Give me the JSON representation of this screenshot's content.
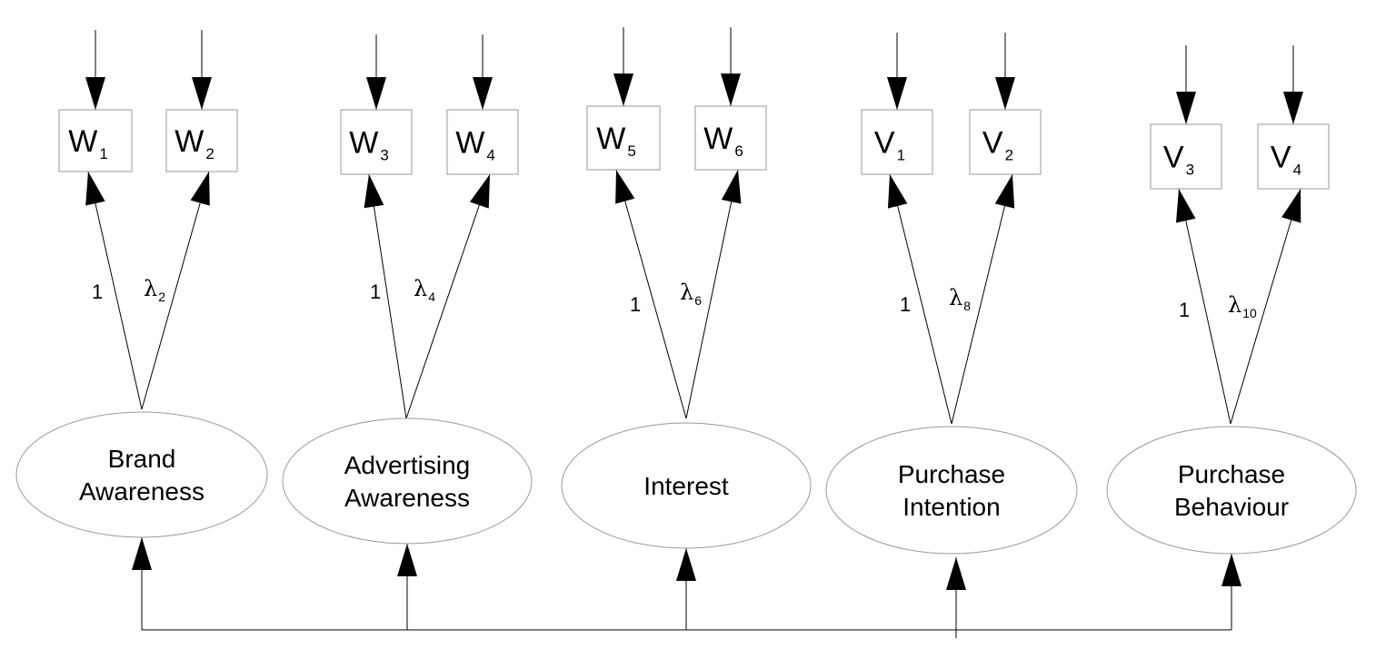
{
  "indicators": [
    {
      "letter": "W",
      "sub": "1"
    },
    {
      "letter": "W",
      "sub": "2"
    },
    {
      "letter": "W",
      "sub": "3"
    },
    {
      "letter": "W",
      "sub": "4"
    },
    {
      "letter": "W",
      "sub": "5"
    },
    {
      "letter": "W",
      "sub": "6"
    },
    {
      "letter": "V",
      "sub": "1"
    },
    {
      "letter": "V",
      "sub": "2"
    },
    {
      "letter": "V",
      "sub": "3"
    },
    {
      "letter": "V",
      "sub": "4"
    }
  ],
  "latents": [
    {
      "line1": "Brand",
      "line2": "Awareness"
    },
    {
      "line1": "Advertising",
      "line2": "Awareness"
    },
    {
      "line1": "Interest",
      "line2": ""
    },
    {
      "line1": "Purchase",
      "line2": "Intention"
    },
    {
      "line1": "Purchase",
      "line2": "Behaviour"
    }
  ],
  "loadings": [
    {
      "fixed": "1",
      "lambda": "λ",
      "sub": "2"
    },
    {
      "fixed": "1",
      "lambda": "λ",
      "sub": "4"
    },
    {
      "fixed": "1",
      "lambda": "λ",
      "sub": "6"
    },
    {
      "fixed": "1",
      "lambda": "λ",
      "sub": "8"
    },
    {
      "fixed": "1",
      "lambda": "λ",
      "sub": "10"
    }
  ]
}
